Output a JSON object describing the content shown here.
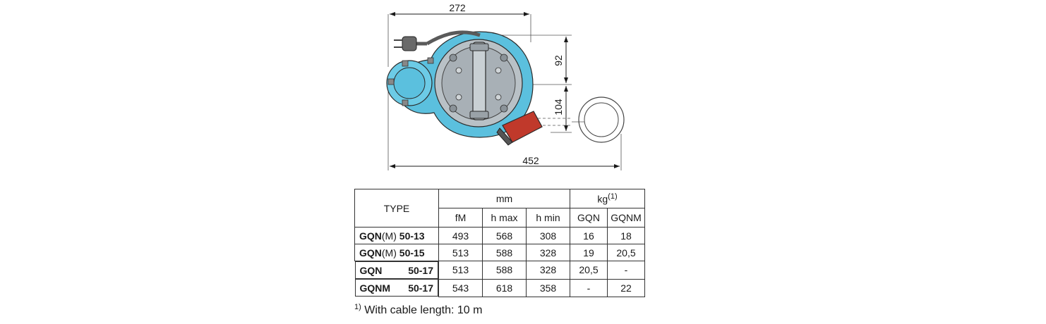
{
  "drawing": {
    "dim_width": "272",
    "dim_total_width": "452",
    "dim_height_top": "92",
    "dim_height_bottom": "104"
  },
  "table": {
    "type_header": "TYPE",
    "mm_header": "mm",
    "kg_header": "kg",
    "kg_note": "(1)",
    "sub_headers": [
      "fM",
      "h max",
      "h min",
      "GQN",
      "GQNM"
    ],
    "rows": [
      {
        "name_bold_1": "GQN",
        "name_plain": "(M) ",
        "name_bold_2": "50-13",
        "fM": "493",
        "hmax": "568",
        "hmin": "308",
        "gqn": "16",
        "gqnm": "18"
      },
      {
        "name_bold_1": "GQN",
        "name_plain": "(M) ",
        "name_bold_2": "50-15",
        "fM": "513",
        "hmax": "588",
        "hmin": "328",
        "gqn": "19",
        "gqnm": "20,5"
      },
      {
        "name_bold_1": "GQN",
        "name_plain": "",
        "name_bold_2": "50-17",
        "fM": "513",
        "hmax": "588",
        "hmin": "328",
        "gqn": "20,5",
        "gqnm": "-"
      },
      {
        "name_bold_1": "GQNM",
        "name_plain": "",
        "name_bold_2": "50-17",
        "fM": "543",
        "hmax": "618",
        "hmin": "358",
        "gqn": "-",
        "gqnm": "22"
      }
    ]
  },
  "footnote": {
    "marker": "1)",
    "text": "With cable length: 10 m"
  },
  "colors": {
    "body_blue": "#5bc0de",
    "float_red": "#c0392b",
    "metal_gray": "#a8b0b6"
  }
}
